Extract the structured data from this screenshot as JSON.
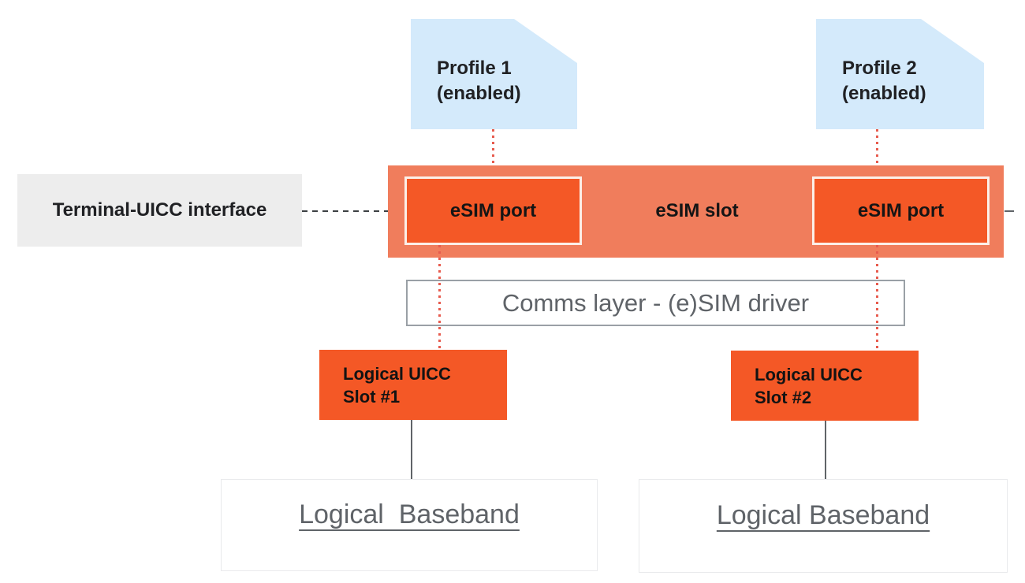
{
  "colors": {
    "profile-blue": "#D4EAFB",
    "slot-orange": "#F07D5C",
    "port-orange": "#F45826",
    "dot-red": "#E75B4E",
    "dash-gray": "#3C4043",
    "muted-gray": "#5F6368",
    "text-dark": "#202124",
    "terminal-bg": "#EDEDED",
    "comms-border": "#9AA0A6",
    "baseband-border": "#E9EAEC"
  },
  "profiles": [
    {
      "title": "Profile 1",
      "status": "(enabled)"
    },
    {
      "title": "Profile 2",
      "status": "(enabled)"
    }
  ],
  "terminal_interface_label": "Terminal-UICC interface",
  "esim_slot": {
    "label": "eSIM slot",
    "ports": [
      "eSIM port",
      "eSIM port"
    ]
  },
  "comms_layer_label": "Comms layer - (e)SIM driver",
  "uicc_slots": [
    {
      "line1": "Logical UICC",
      "line2": "Slot #1"
    },
    {
      "line1": "Logical UICC",
      "line2": "Slot #2"
    }
  ],
  "basebands": [
    "Logical  Baseband",
    "Logical Baseband"
  ]
}
